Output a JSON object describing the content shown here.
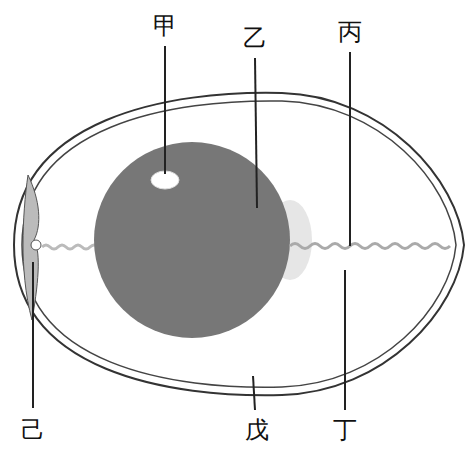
{
  "diagram": {
    "labels": [
      "甲",
      "乙",
      "丙",
      "丁",
      "戊",
      "己"
    ]
  }
}
